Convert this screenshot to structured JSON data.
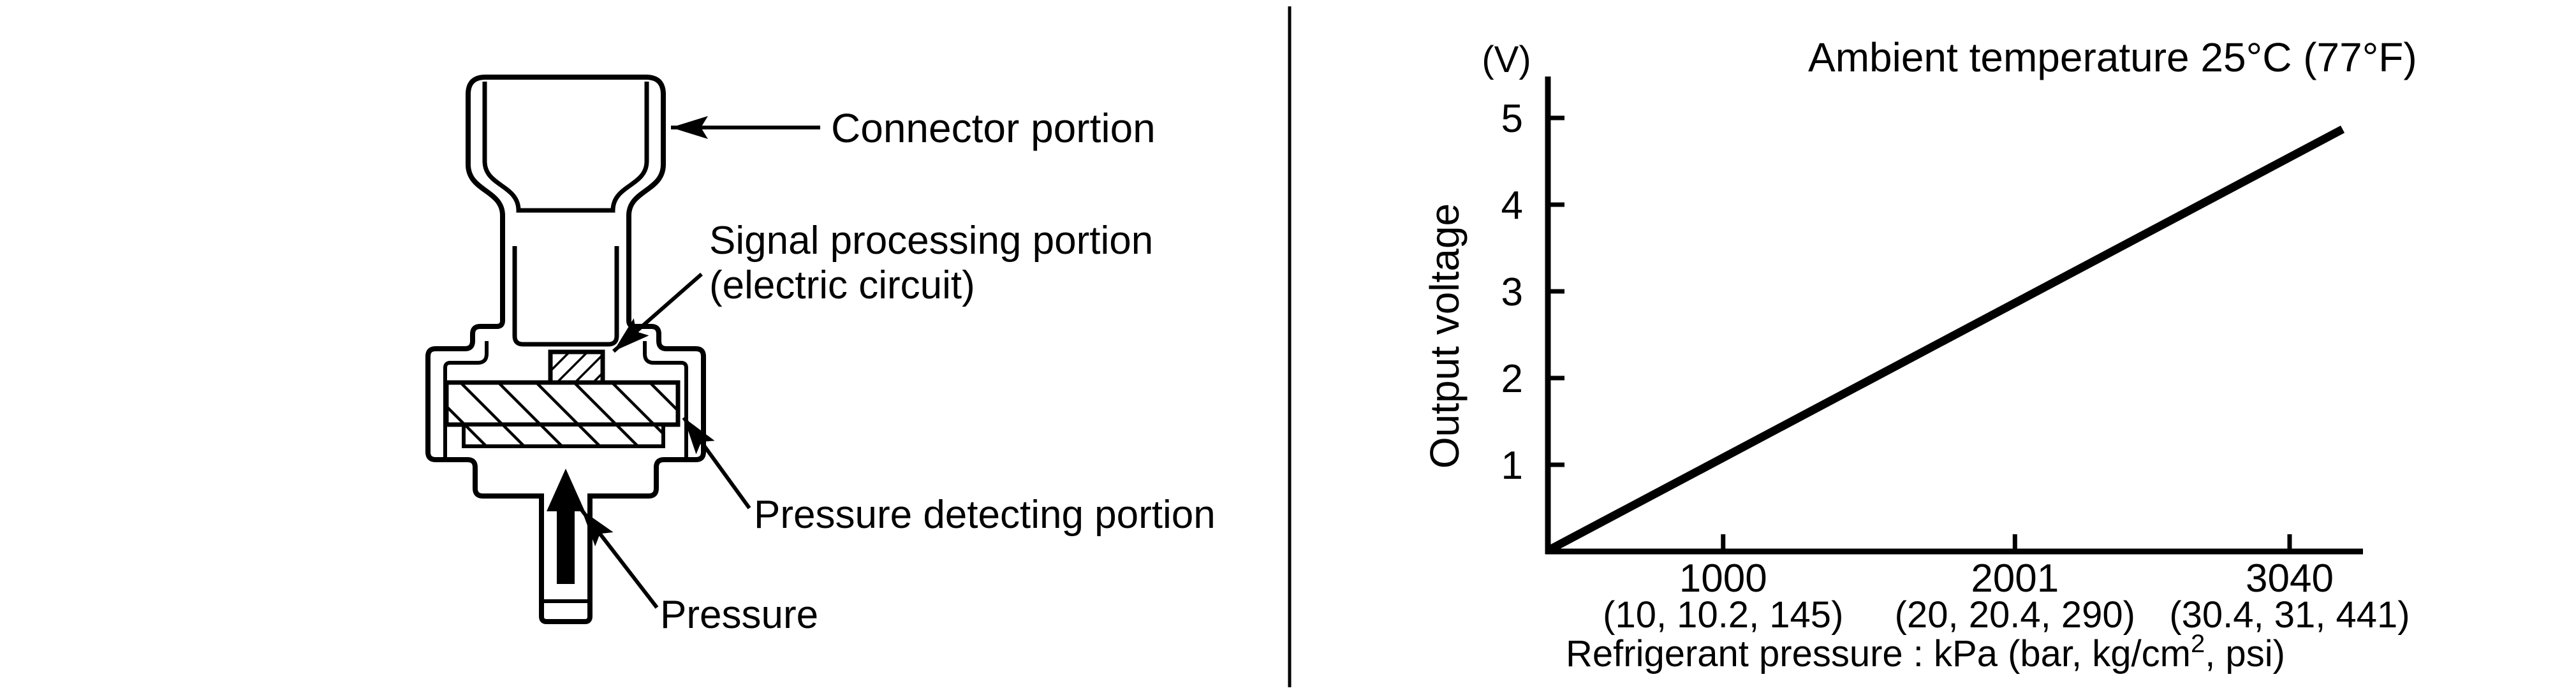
{
  "figure": {
    "left_diagram": {
      "labels": {
        "connector": "Connector portion",
        "signal_line1": "Signal processing portion",
        "signal_line2": "(electric circuit)",
        "detecting": "Pressure detecting portion",
        "pressure": "Pressure"
      }
    },
    "chart": {
      "y_unit": "(V)",
      "title": "Ambient temperature 25°C (77°F)",
      "ylabel": "Output voltage",
      "xlabel_pre": "Refrigerant pressure : kPa (bar, kg/cm",
      "xlabel_sup": "2",
      "xlabel_post": ", psi)"
    }
  },
  "chart_data": {
    "type": "line",
    "title": "Ambient temperature 25°C (77°F)",
    "xlabel": "Refrigerant pressure : kPa (bar, kg/cm2, psi)",
    "ylabel": "Output voltage (V)",
    "grid": false,
    "legend": false,
    "ylim": [
      0,
      5.45
    ],
    "y_ticks": [
      1,
      2,
      3,
      4,
      5
    ],
    "x_ticks": [
      {
        "kpa": "1000",
        "bar_kg_psi": "(10, 10.2, 145)",
        "axis_frac": 0.215
      },
      {
        "kpa": "2001",
        "bar_kg_psi": "(20, 20.4, 290)",
        "axis_frac": 0.573
      },
      {
        "kpa": "3040",
        "bar_kg_psi": "(30.4, 31, 441)",
        "axis_frac": 0.91
      }
    ],
    "series": [
      {
        "name": "Output voltage vs refrigerant pressure (25C ambient)",
        "points_frac_volt": [
          [
            0.002,
            0.02
          ],
          [
            0.975,
            4.87
          ]
        ]
      }
    ]
  }
}
